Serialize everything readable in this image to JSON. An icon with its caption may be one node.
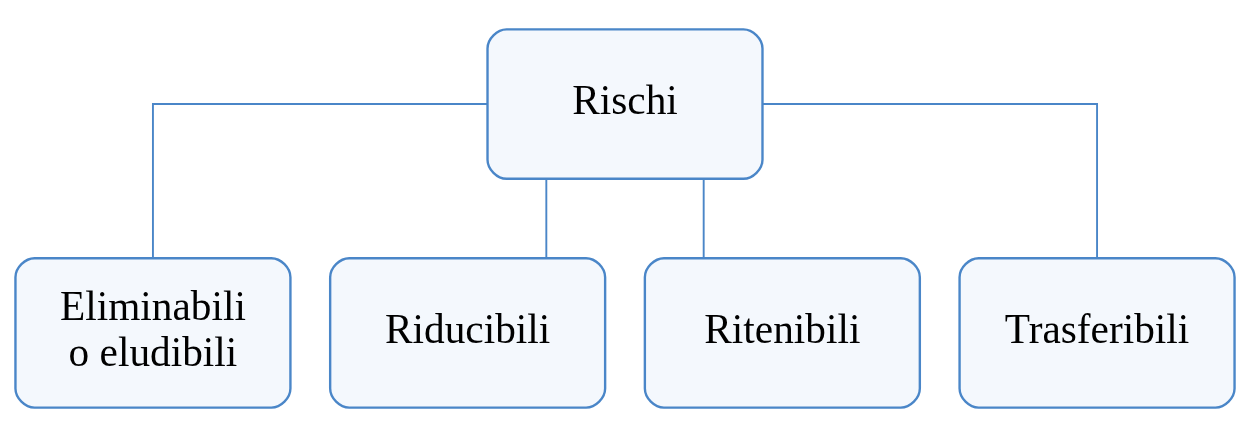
{
  "diagram": {
    "nodes": [
      {
        "text": [
          "Rischi"
        ]
      },
      {
        "text": [
          "Eliminabili o eludibili"
        ]
      },
      {
        "text": [
          "Riducibili"
        ]
      },
      {
        "text": [
          "Ritenibili"
        ]
      },
      {
        "text": [
          "Trasferibili"
        ]
      }
    ],
    "edges": [
      {
        "from": 0,
        "to": 1,
        "arrow": "none"
      },
      {
        "from": 0,
        "to": 2,
        "arrow": "none"
      },
      {
        "from": 0,
        "to": 3,
        "arrow": "none"
      },
      {
        "from": 0,
        "to": 4,
        "arrow": "none"
      }
    ]
  }
}
